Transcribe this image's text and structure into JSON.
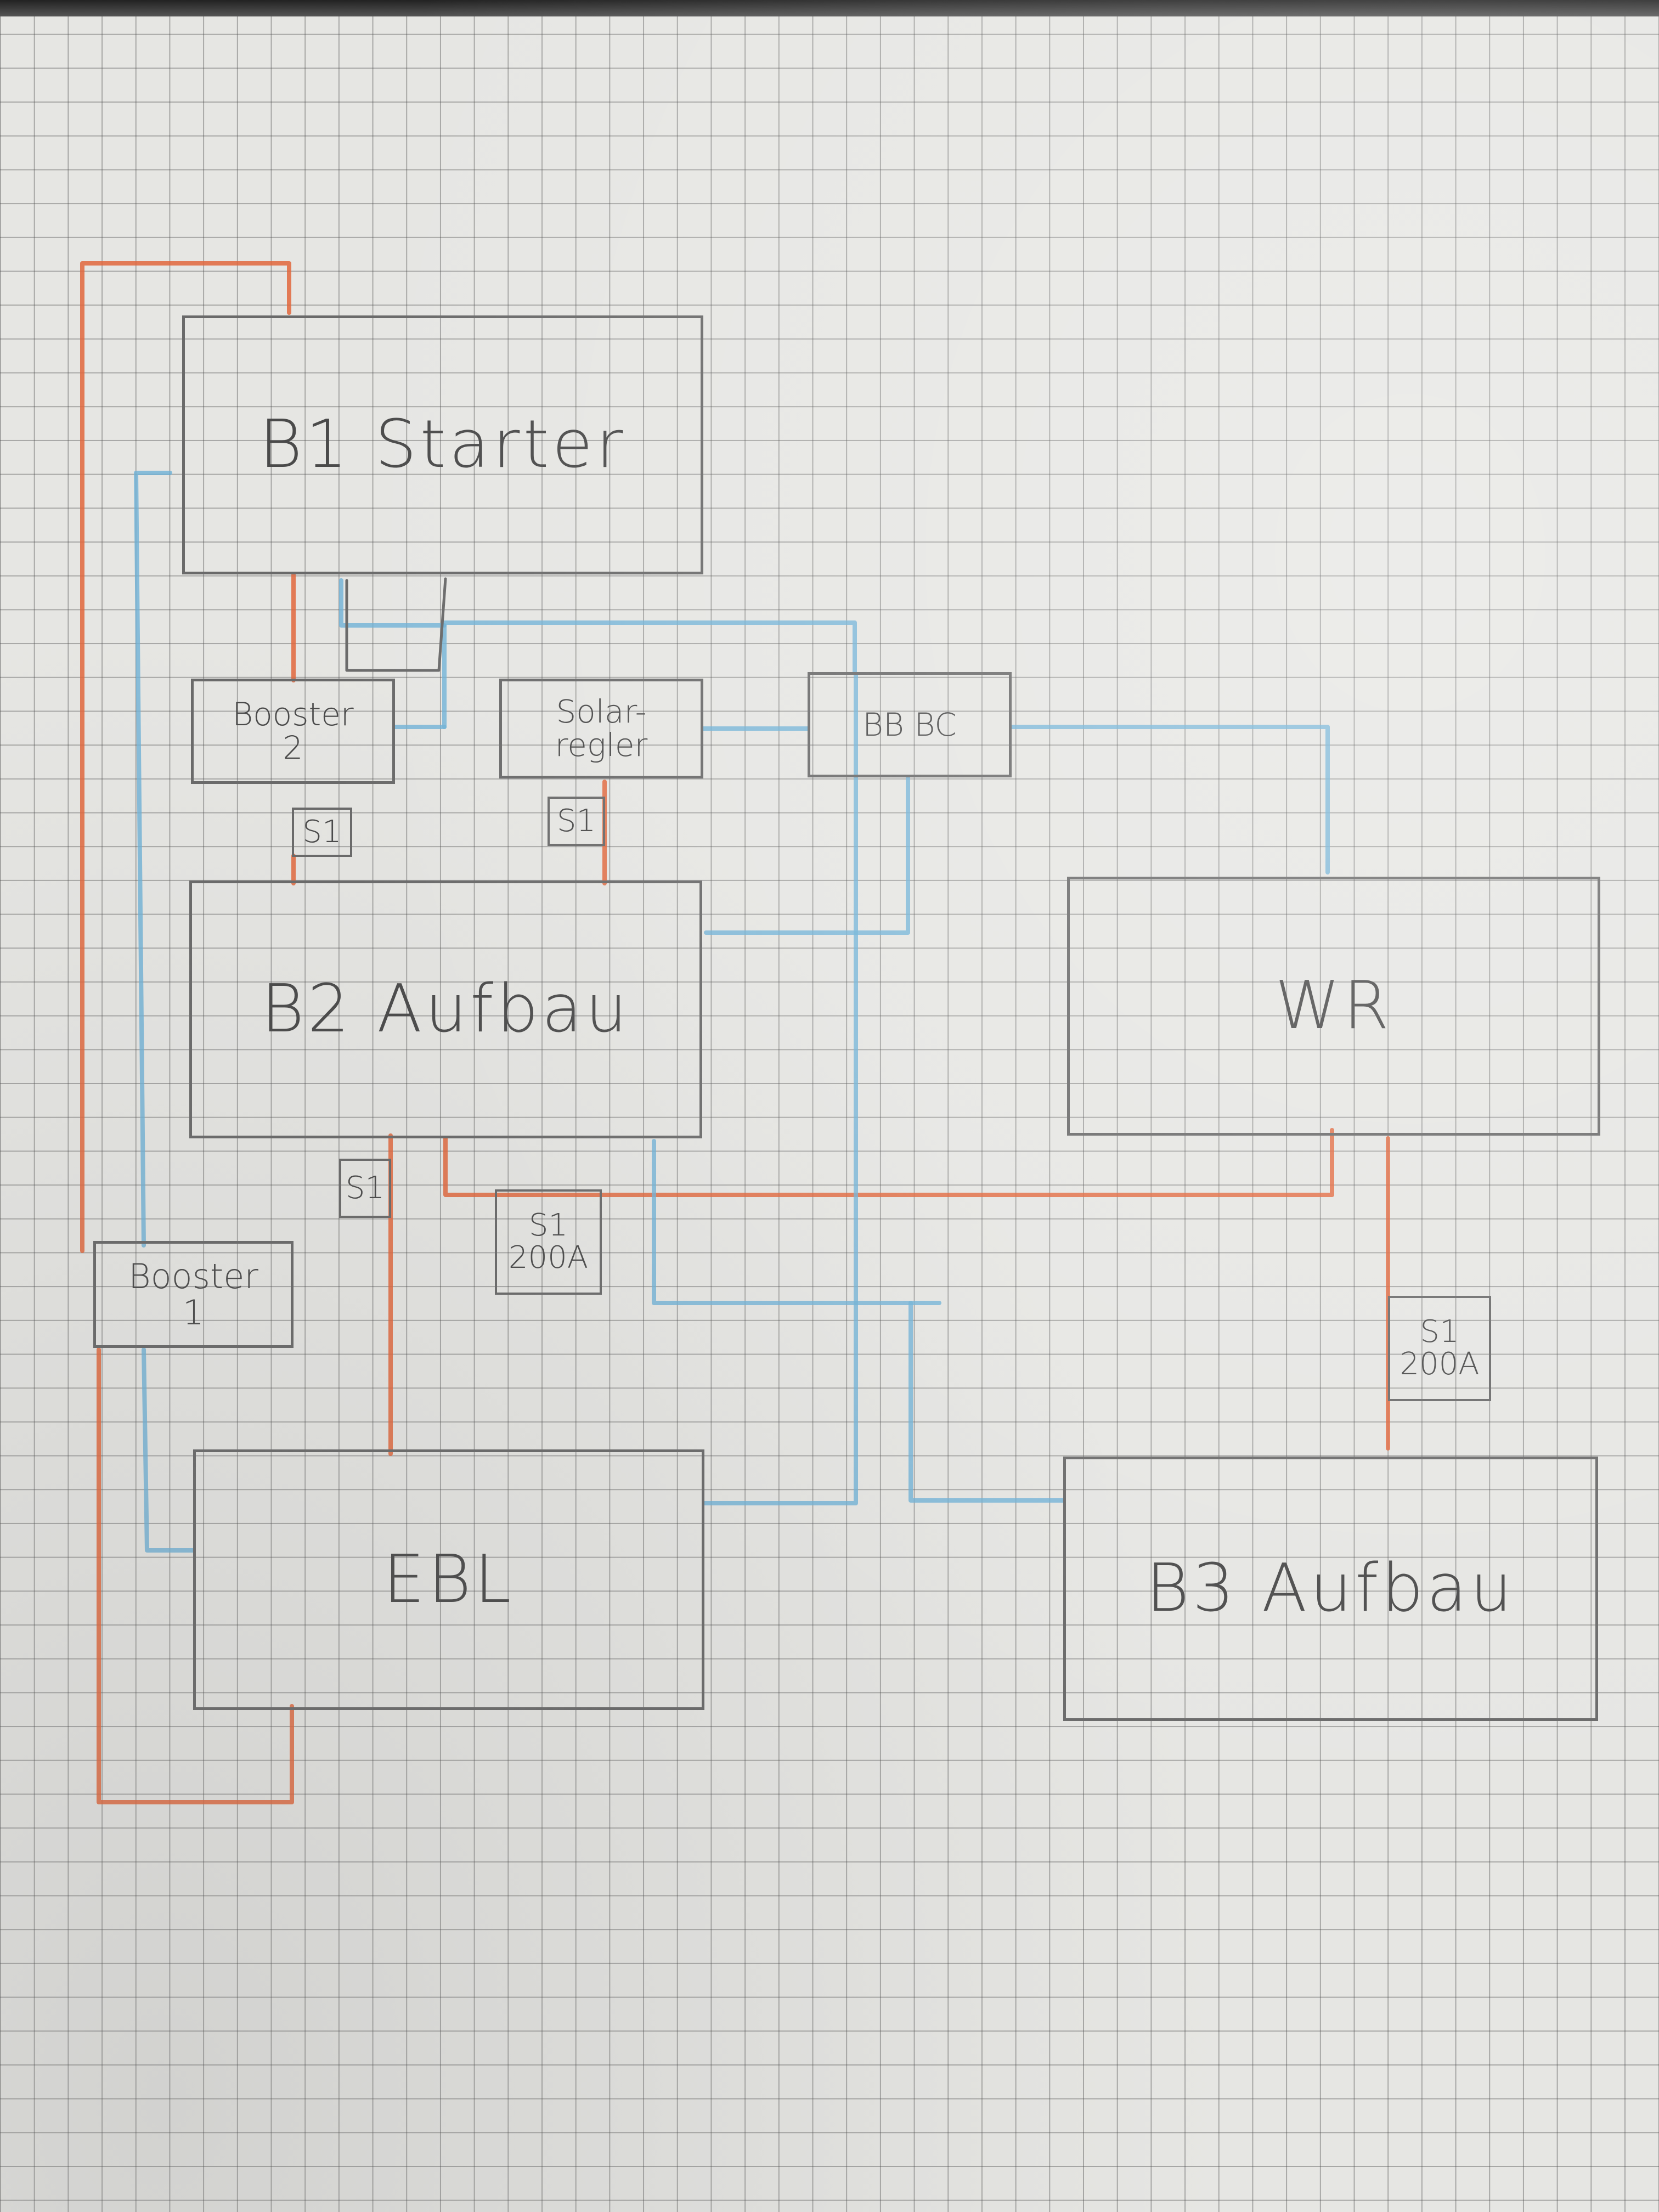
{
  "components": {
    "b1_starter": "B1 Starter",
    "booster_2": "Booster\n2",
    "solarregler": "Solar-\nregler",
    "bb_bc": "BB  BC",
    "b2_aufbau": "B2 Aufbau",
    "wr": "WR",
    "booster_1": "Booster\n1",
    "ebl": "EBL",
    "b3_aufbau": "B3 Aufbau"
  },
  "fuses": {
    "fuse_booster_2": "S1",
    "fuse_solarregler": "S1",
    "fuse_ebl": "S1",
    "fuse_b2_main": "S1\n200A",
    "fuse_wr": "S1\n200A"
  },
  "colors": {
    "positive_wire": "#e0663c",
    "negative_wire": "#6fb2d6",
    "outline": "#6a6a6a"
  }
}
